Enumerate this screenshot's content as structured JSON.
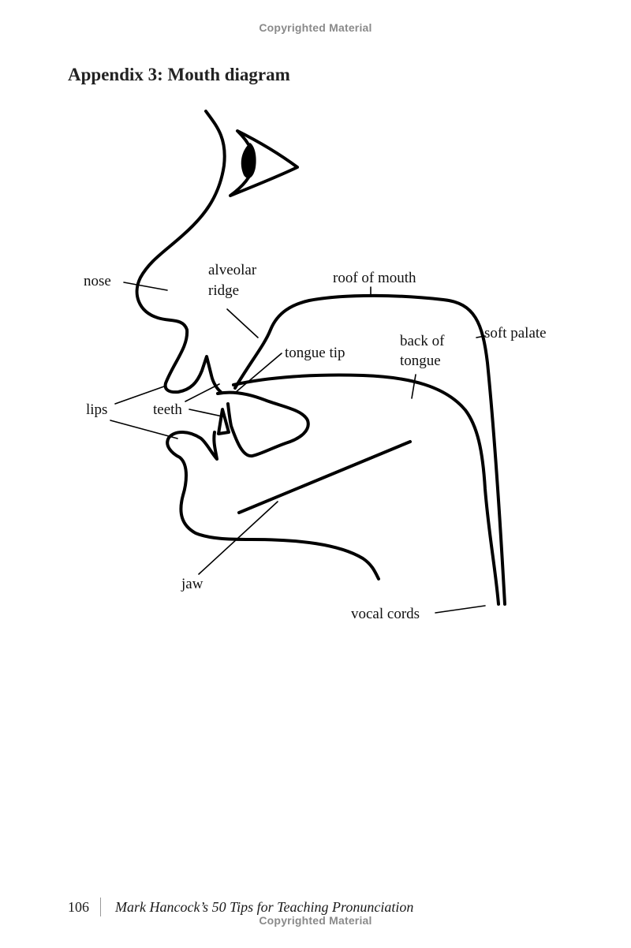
{
  "watermark": {
    "top": "Copyrighted Material",
    "bottom": "Copyrighted Material"
  },
  "heading": "Appendix 3: Mouth diagram",
  "diagram": {
    "labels": {
      "nose": "nose",
      "alveolar_line1": "alveolar",
      "alveolar_line2": "ridge",
      "roof_of_mouth": "roof of mouth",
      "soft_palate": "soft palate",
      "back_of_tongue_line1": "back of",
      "back_of_tongue_line2": "tongue",
      "tongue_tip": "tongue tip",
      "lips": "lips",
      "teeth": "teeth",
      "jaw": "jaw",
      "vocal_cords": "vocal cords"
    }
  },
  "footer": {
    "page_number": "106",
    "book_title": "Mark Hancock’s 50 Tips for Teaching Pronunciation"
  }
}
